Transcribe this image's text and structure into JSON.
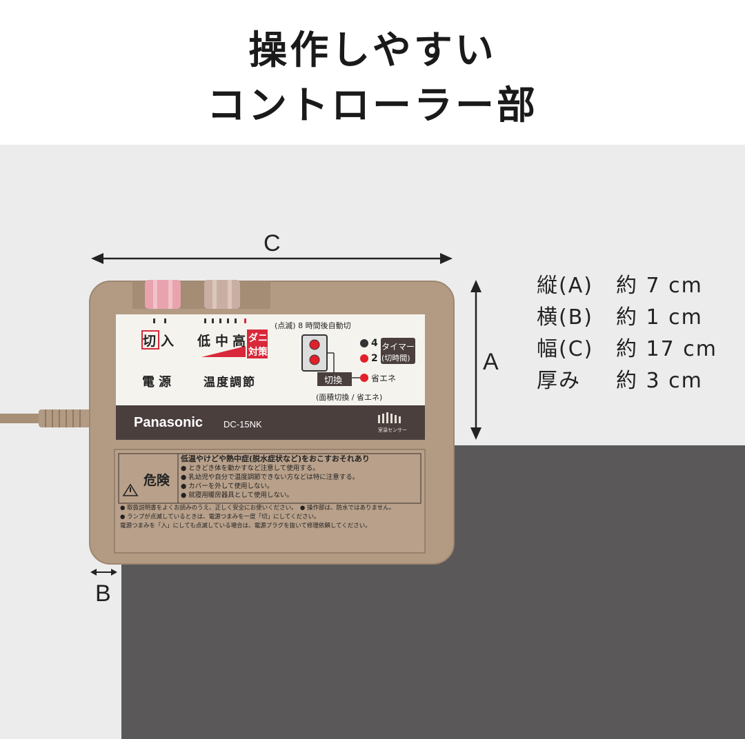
{
  "heading": {
    "line1": "操作しやすい",
    "line2": "コントローラー部"
  },
  "dimensions": {
    "label_a": "A",
    "label_b": "B",
    "label_c": "C"
  },
  "specs": [
    {
      "key": "縦(A)",
      "value": "約 7 cm"
    },
    {
      "key": "横(B)",
      "value": "約 1 cm"
    },
    {
      "key": "幅(C)",
      "value": "約 17 cm"
    },
    {
      "key": "厚み",
      "value": "約 3 cm"
    }
  ],
  "controller": {
    "power_off": "切",
    "power_on": "入",
    "power_label": "電源",
    "temp_low": "低",
    "temp_mid": "中",
    "temp_high": "高",
    "mite_line1": "ダニ",
    "mite_line2": "対策",
    "temp_label": "温度調節",
    "blink_note": "(点滅) 8 時間後自動切",
    "timer_4": "4",
    "timer_2": "2",
    "timer_label_line1": "タイマー",
    "timer_label_line2": "(切時間)",
    "switch_button": "切換",
    "eco": "省エネ",
    "switch_note": "(面積切換 / 省エネ)",
    "brand": "Panasonic",
    "model": "DC-15NK",
    "sensor": "室温センサー",
    "danger": "危険",
    "warning_lines": [
      "低温やけどや熱中症(脱水症状など)をおこすおそれあり",
      "● ときどき体を動かすなど注意して使用する。",
      "● 乳幼児や自分で温度調節できない方などは特に注意する。",
      "● カバーを外して使用しない。",
      "● 就寝用暖房器具として使用しない。"
    ],
    "notes": [
      "● 取扱説明書をよくお読みのうえ、正しく安全にお使いください。　● 操作部は、防水ではありません。",
      "● ランプが点滅しているときは、電源つまみを一度「切」にしてください。",
      "電源つまみを「入」にしても点滅している場合は、電源プラグを抜いて修理依頼してください。"
    ]
  },
  "colors": {
    "body": "#b29a83",
    "panel": "#f5f3ee",
    "brand_band": "#4a3f3d",
    "mite_red": "#d8283a",
    "led_red": "#e0202a"
  }
}
